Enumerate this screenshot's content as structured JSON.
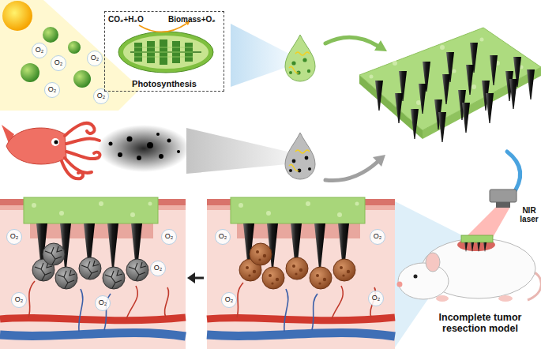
{
  "diagram": {
    "nodes": [
      {
        "text": [
          "CO₂+H₂O",
          "Biomass+O₂",
          "Photosynthesis"
        ]
      }
    ],
    "labels": [
      "O₂",
      "O₂",
      "O₂",
      "O₂",
      "O₂",
      "O₂",
      "O₂",
      "O₂",
      "O₂",
      "O₂",
      "O₂",
      "O₂",
      "O₂",
      "O₂",
      "NIR laser",
      "Incomplete tumor resection model"
    ]
  }
}
